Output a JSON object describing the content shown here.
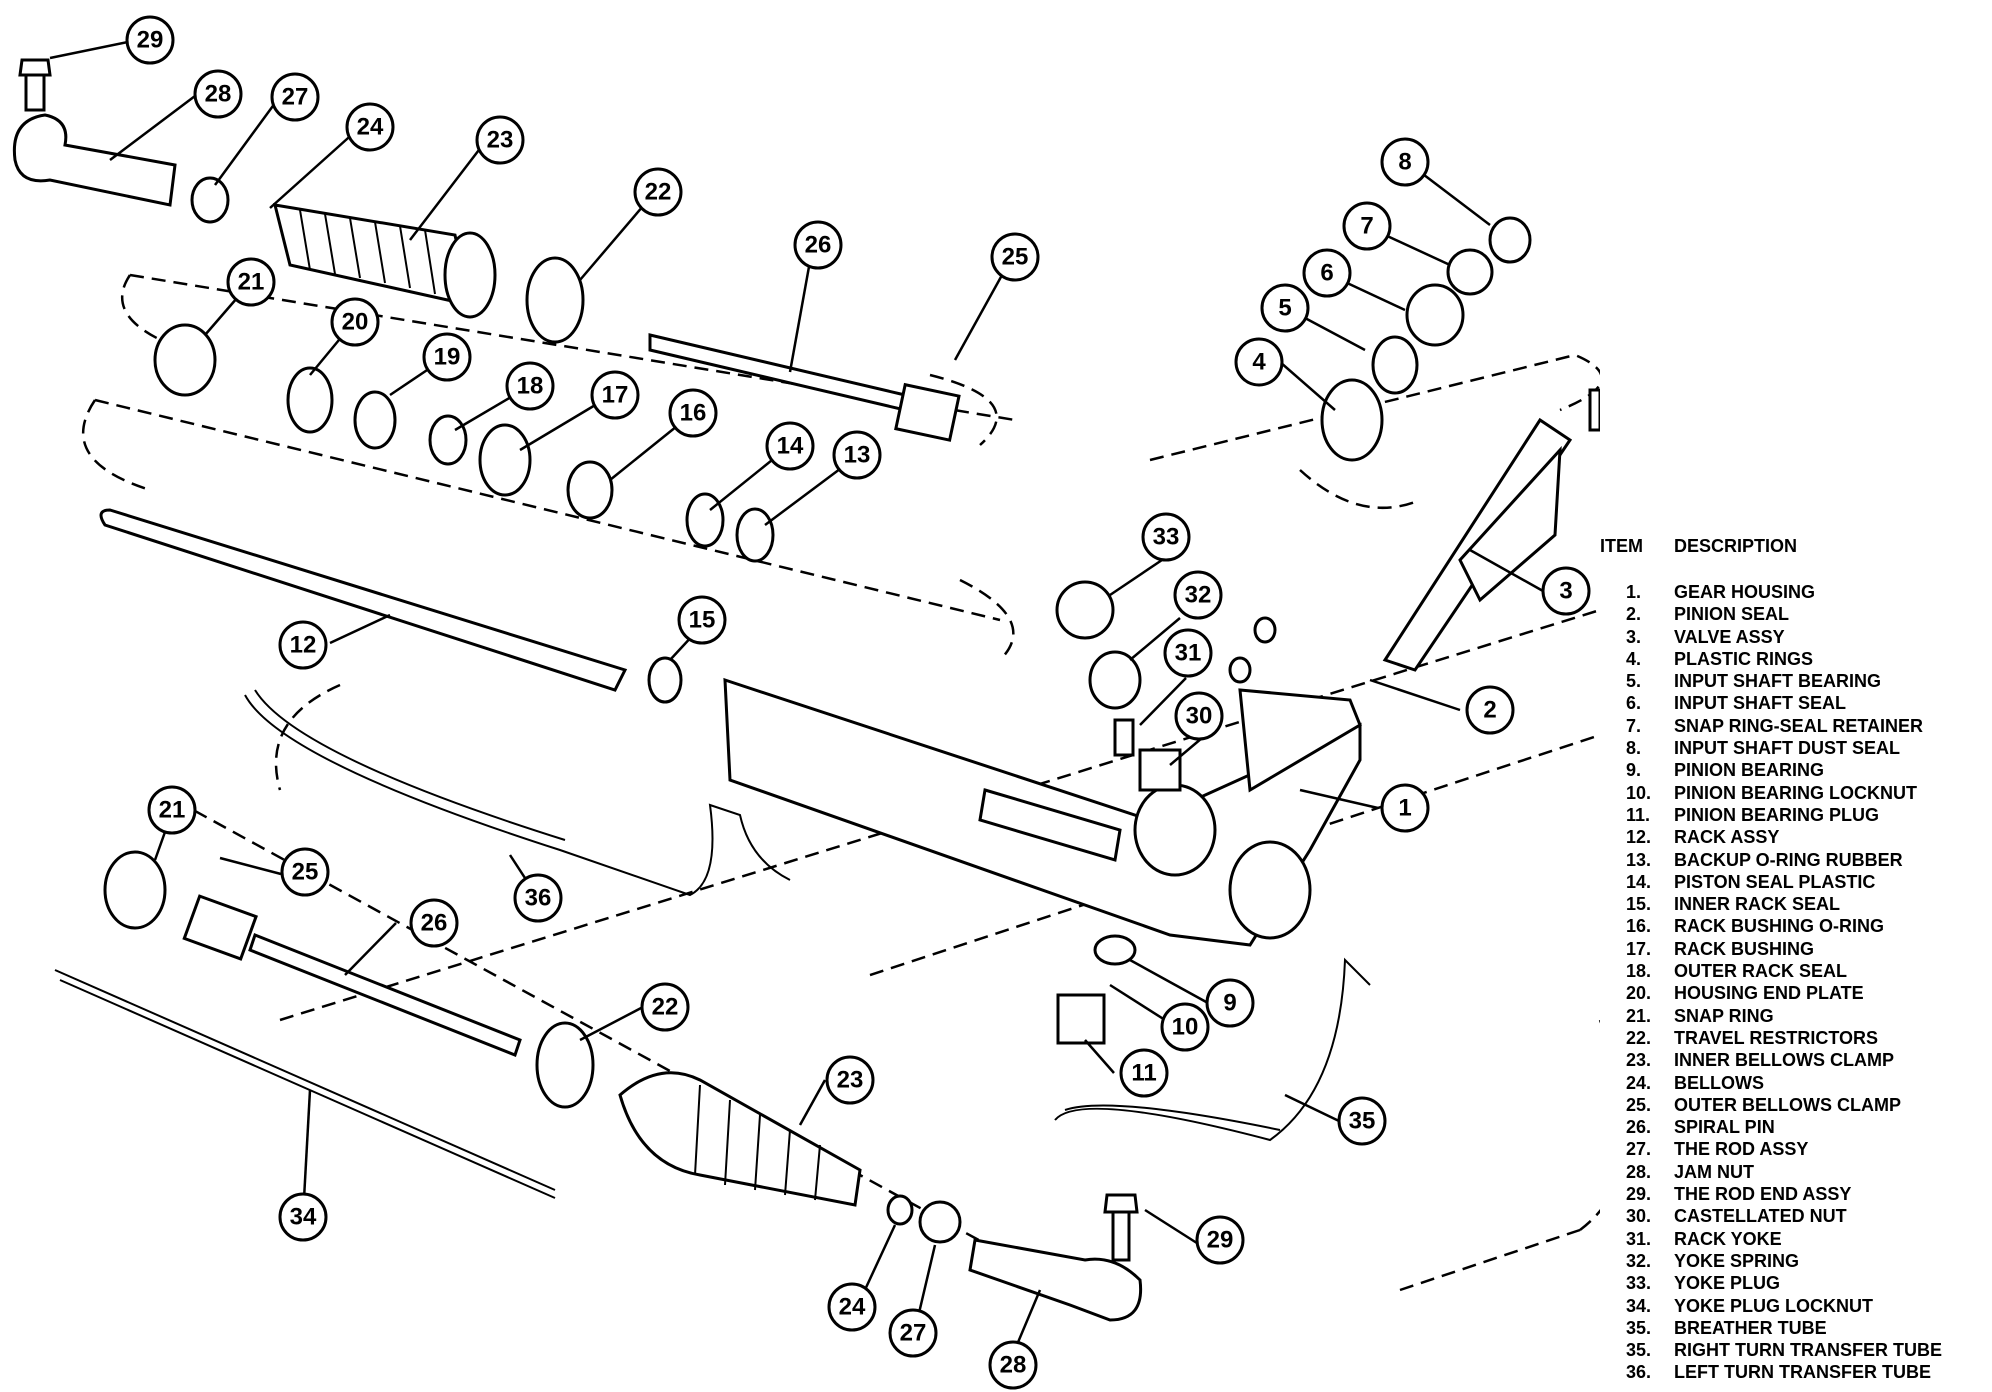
{
  "legend": {
    "header_item": "ITEM",
    "header_description": "DESCRIPTION",
    "items": [
      {
        "num": "1.",
        "desc": "GEAR HOUSING"
      },
      {
        "num": "2.",
        "desc": "PINION SEAL"
      },
      {
        "num": "3.",
        "desc": "VALVE ASSY"
      },
      {
        "num": "4.",
        "desc": "PLASTIC RINGS"
      },
      {
        "num": "5.",
        "desc": "INPUT SHAFT BEARING"
      },
      {
        "num": "6.",
        "desc": "INPUT SHAFT SEAL"
      },
      {
        "num": "7.",
        "desc": "SNAP RING-SEAL RETAINER"
      },
      {
        "num": "8.",
        "desc": "INPUT SHAFT DUST SEAL"
      },
      {
        "num": "9.",
        "desc": "PINION BEARING"
      },
      {
        "num": "10.",
        "desc": "PINION BEARING LOCKNUT"
      },
      {
        "num": "11.",
        "desc": "PINION BEARING PLUG"
      },
      {
        "num": "12.",
        "desc": "RACK ASSY"
      },
      {
        "num": "13.",
        "desc": "BACKUP O-RING RUBBER"
      },
      {
        "num": "14.",
        "desc": "PISTON SEAL PLASTIC"
      },
      {
        "num": "15.",
        "desc": "INNER RACK SEAL"
      },
      {
        "num": "16.",
        "desc": "RACK BUSHING O-RING"
      },
      {
        "num": "17.",
        "desc": "RACK BUSHING"
      },
      {
        "num": "18.",
        "desc": "OUTER RACK SEAL"
      },
      {
        "num": "20.",
        "desc": "HOUSING END PLATE"
      },
      {
        "num": "21.",
        "desc": "SNAP RING"
      },
      {
        "num": "22.",
        "desc": "TRAVEL RESTRICTORS"
      },
      {
        "num": "23.",
        "desc": "INNER BELLOWS CLAMP"
      },
      {
        "num": "24.",
        "desc": "BELLOWS"
      },
      {
        "num": "25.",
        "desc": "OUTER BELLOWS CLAMP"
      },
      {
        "num": "26.",
        "desc": "SPIRAL PIN"
      },
      {
        "num": "27.",
        "desc": "THE ROD ASSY"
      },
      {
        "num": "28.",
        "desc": "JAM NUT"
      },
      {
        "num": "29.",
        "desc": "THE ROD END ASSY"
      },
      {
        "num": "30.",
        "desc": "CASTELLATED NUT"
      },
      {
        "num": "31.",
        "desc": "RACK YOKE"
      },
      {
        "num": "32.",
        "desc": "YOKE SPRING"
      },
      {
        "num": "33.",
        "desc": "YOKE PLUG"
      },
      {
        "num": "34.",
        "desc": "YOKE PLUG LOCKNUT"
      },
      {
        "num": "35.",
        "desc": "BREATHER TUBE"
      },
      {
        "num": "35.",
        "desc": "RIGHT TURN TRANSFER TUBE"
      },
      {
        "num": "36.",
        "desc": "LEFT TURN TRANSFER TUBE"
      }
    ]
  },
  "callouts": [
    "29",
    "28",
    "27",
    "24",
    "23",
    "22",
    "26",
    "25",
    "21",
    "20",
    "19",
    "18",
    "17",
    "16",
    "14",
    "13",
    "12",
    "15",
    "8",
    "7",
    "6",
    "5",
    "4",
    "3",
    "2",
    "1",
    "33",
    "32",
    "31",
    "30",
    "9",
    "10",
    "11",
    "36",
    "35",
    "21",
    "25",
    "26",
    "22",
    "23",
    "34",
    "24",
    "27",
    "28",
    "29"
  ]
}
